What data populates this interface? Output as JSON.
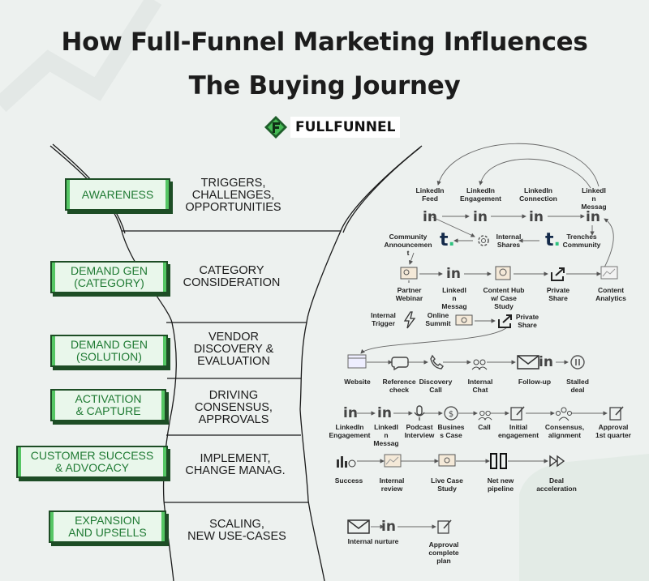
{
  "title_line1": "How Full-Funnel Marketing Influences",
  "title_line2": "The Buying Journey",
  "brand": "FULLFUNNEL",
  "stages": [
    "AWARENESS",
    "DEMAND GEN\n(CATEGORY)",
    "DEMAND GEN\n(SOLUTION)",
    "ACTIVATION\n& CAPTURE",
    "CUSTOMER SUCCESS\n& ADVOCACY",
    "EXPANSION\nAND UPSELLS"
  ],
  "phases": [
    "TRIGGERS,\nCHALLENGES,\nOPPORTUNITIES",
    "CATEGORY\nCONSIDERATION",
    "VENDOR\nDISCOVERY &\nEVALUATION",
    "DRIVING\nCONSENSUS,\nAPPROVALS",
    "IMPLEMENT,\nCHANGE MANAG.",
    "SCALING,\nNEW USE-CASES"
  ],
  "nodes": {
    "r1": [
      "LinkedIn\nFeed",
      "LinkedIn\nEngagement",
      "LinkedIn\nConnection",
      "LinkedI\nn\nMessag"
    ],
    "r2": [
      "Community\nAnnouncemen\nt",
      "Internal\nShares",
      "Trenches\nCommunity"
    ],
    "r3": [
      "Partner\nWebinar",
      "LinkedI\nn\nMessag",
      "Content Hub\nw/ Case\nStudy",
      "Private\nShare",
      "Content\nAnalytics"
    ],
    "r4": [
      "Internal\nTrigger",
      "Online\nSummit",
      "Private\nShare"
    ],
    "r5": [
      "Website",
      "Reference\ncheck",
      "Discovery\nCall",
      "Internal\nChat",
      "Follow-up",
      "Stalled\ndeal"
    ],
    "r6": [
      "LinkedIn\nEngagement",
      "LinkedI\nn\nMessag",
      "Podcast\nInterview",
      "Busines\ns Case",
      "Call",
      "Initial\nengagement",
      "Consensus,\nalignment",
      "Approval\n1st quarter"
    ],
    "r7": [
      "Success",
      "Internal\nreview",
      "Live Case\nStudy",
      "Net new\npipeline",
      "Deal\nacceleration"
    ],
    "r8": [
      "Internal nurture",
      "Approval\ncomplete\nplan"
    ]
  },
  "colors": {
    "stage_green": "#55c664",
    "stage_dark": "#1d4d25",
    "stage_text": "#1f7a33",
    "background": "#edf1ef"
  }
}
